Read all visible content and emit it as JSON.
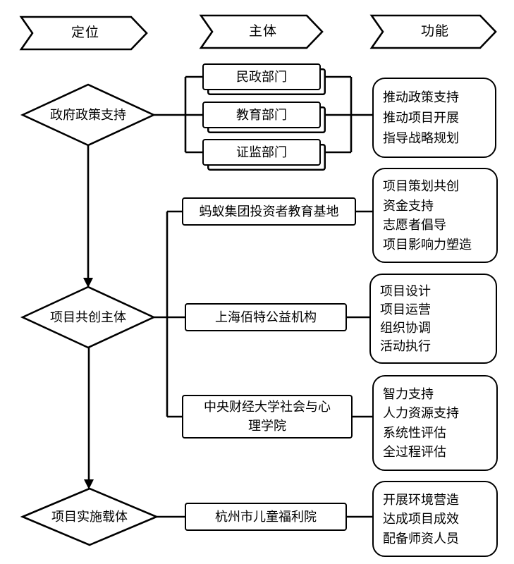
{
  "headers": [
    {
      "label": "定位"
    },
    {
      "label": "主体"
    },
    {
      "label": "功能"
    }
  ],
  "rows": [
    {
      "positioning": "政府政策支持",
      "subjects": [
        "民政部门",
        "教育部门",
        "证监部门"
      ],
      "shared_functions": [
        "推动政策支持",
        "推动项目开展",
        "指导战略规划"
      ]
    },
    {
      "positioning": "项目共创主体",
      "subjects": [
        {
          "label": "蚂蚁集团投资者教育基地",
          "functions": [
            "项目策划共创",
            "资金支持",
            "志愿者倡导",
            "项目影响力塑造"
          ]
        },
        {
          "label": "上海佰特公益机构",
          "functions": [
            "项目设计",
            "项目运营",
            "组织协调",
            "活动执行"
          ]
        },
        {
          "label": "中央财经大学社会与心理学院",
          "functions": [
            "智力支持",
            "人力资源支持",
            "系统性评估",
            "全过程评估"
          ]
        }
      ]
    },
    {
      "positioning": "项目实施载体",
      "subjects": [
        {
          "label": "杭州市儿童福利院",
          "functions": [
            "开展环境营造",
            "达成项目成效",
            "配备师资人员"
          ]
        }
      ]
    }
  ],
  "colors": {
    "line": "#000000",
    "background": "#ffffff"
  }
}
